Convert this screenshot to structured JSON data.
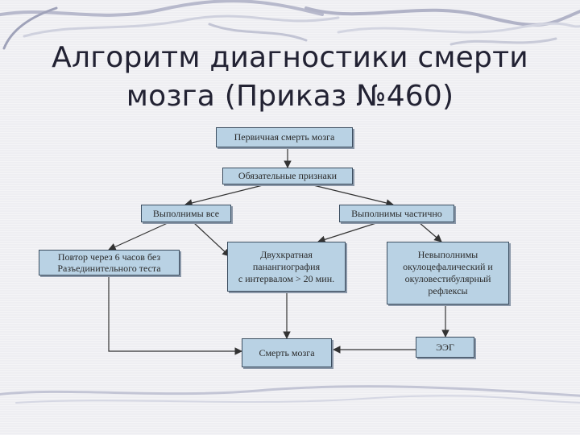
{
  "title": "Алгоритм диагностики смерти мозга (Приказ №460)",
  "nodes": {
    "primary": "Первичная смерть мозга",
    "mandatory": "Обязательные признаки",
    "all_feasible": "Выполнимы все",
    "partially_feasible": "Выполнимы частично",
    "repeat": "Повтор через 6 часов без\nРазъединительного теста",
    "angiography": "Двухкратная\nпанангиография\nс интервалом > 20 мин.",
    "not_feasible": "Невыполнимы\nокулоцефалический и\nокуловестибулярный\nрефлексы",
    "brain_death": "Смерть мозга",
    "eeg": "ЭЭГ"
  }
}
